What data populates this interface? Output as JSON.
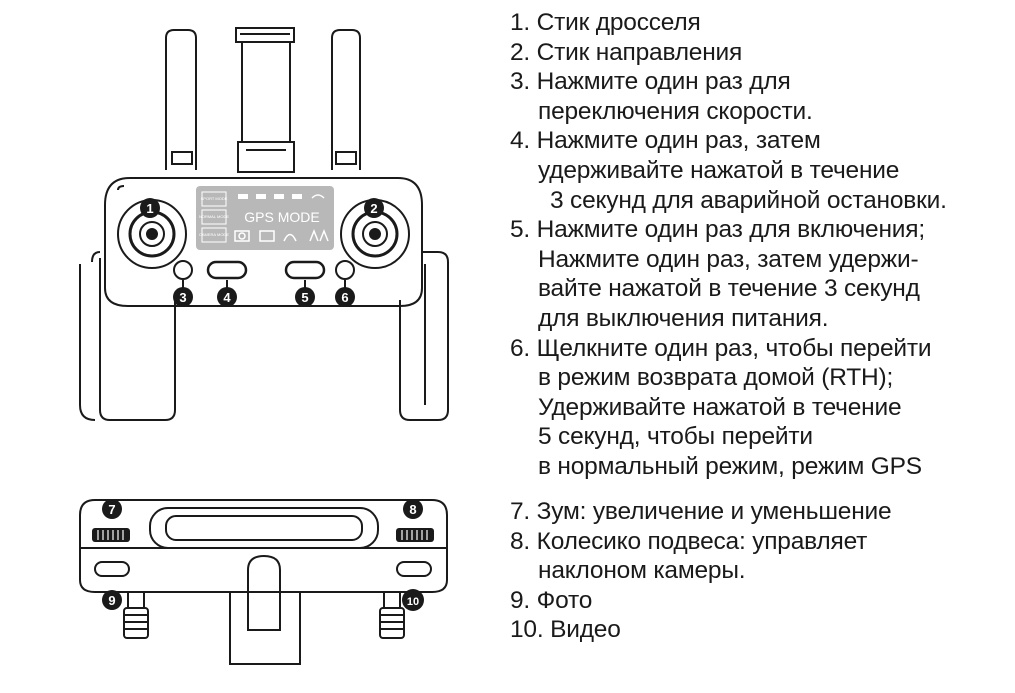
{
  "diagram": {
    "screen_title": "GPS MODE",
    "mode_sport": "SPORT MODE",
    "mode_normal": "NORMAL MODE",
    "mode_camera": "CAMERA MODE",
    "callouts": [
      "1",
      "2",
      "3",
      "4",
      "5",
      "6",
      "7",
      "8",
      "9",
      "10"
    ]
  },
  "legend_top": [
    {
      "text": "1. Стик дросселя",
      "indent": "none"
    },
    {
      "text": "2. Стик направления",
      "indent": "none"
    },
    {
      "text": "3. Нажмите один раз для",
      "indent": "none"
    },
    {
      "text": "переключения скорости.",
      "indent": "cont"
    },
    {
      "text": "4. Нажмите один раз, затем",
      "indent": "none"
    },
    {
      "text": "удерживайте нажатой в течение",
      "indent": "cont"
    },
    {
      "text": "3 секунд для аварийной остановки.",
      "indent": "cont2"
    },
    {
      "text": "5. Нажмите один раз для включения;",
      "indent": "none"
    },
    {
      "text": "Нажмите один раз, затем удержи-",
      "indent": "cont"
    },
    {
      "text": "вайте нажатой в течение 3 секунд",
      "indent": "cont"
    },
    {
      "text": "для выключения питания.",
      "indent": "cont"
    },
    {
      "text": "6. Щелкните один раз, чтобы перейти",
      "indent": "none"
    },
    {
      "text": "в режим возврата домой (RTH);",
      "indent": "cont"
    },
    {
      "text": "Удерживайте нажатой в течение",
      "indent": "cont"
    },
    {
      "text": "5 секунд, чтобы перейти",
      "indent": "cont"
    },
    {
      "text": "в нормальный режим, режим GPS",
      "indent": "cont"
    }
  ],
  "legend_bottom": [
    {
      "text": "7. Зум: увеличение и уменьшение",
      "indent": "none"
    },
    {
      "text": "8. Колесико подвеса: управляет",
      "indent": "none"
    },
    {
      "text": "наклоном камеры.",
      "indent": "cont"
    },
    {
      "text": "9. Фото",
      "indent": "none"
    },
    {
      "text": "10. Видео",
      "indent": "none"
    }
  ],
  "colors": {
    "line": "#1a1a1a",
    "screen": "#b8b8b8",
    "callout_bg": "#1a1a1a",
    "callout_text": "#ffffff"
  }
}
